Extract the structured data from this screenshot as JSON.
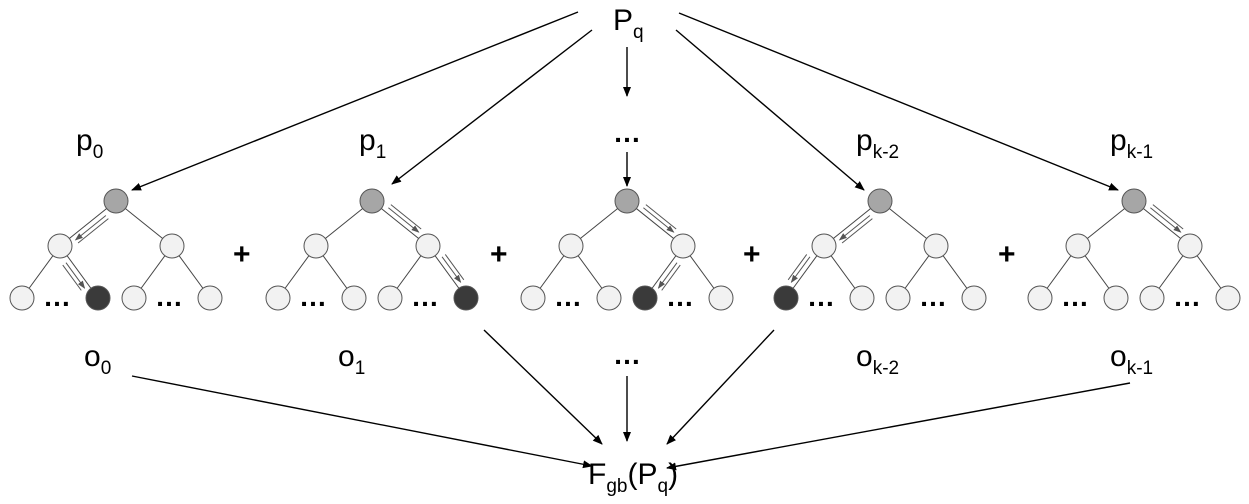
{
  "top": {
    "base": "P",
    "sub": "q"
  },
  "result": {
    "base": "F",
    "sub": "gb",
    "arg_base": "P",
    "arg_sub": "q",
    "open": "(",
    "close": ")"
  },
  "ellipsis": "…",
  "plus": "+",
  "colors": {
    "root": "#a6a6a6",
    "target": "#3a3a3a",
    "node": "#f2f2f2",
    "stroke": "#555555"
  },
  "trees": [
    {
      "p_base": "p",
      "p_sub": "0",
      "o_base": "o",
      "o_sub": "0",
      "target": "n1",
      "path": [
        "root-l",
        "l-n1"
      ]
    },
    {
      "p_base": "p",
      "p_sub": "1",
      "o_base": "o",
      "o_sub": "1",
      "target": "n3",
      "path": [
        "root-r",
        "r-n3"
      ]
    },
    {
      "p_base": "",
      "p_sub": "",
      "o_base": "",
      "o_sub": "",
      "target": "n2",
      "path": [
        "root-r",
        "r-n2"
      ],
      "ellipsis": true
    },
    {
      "p_base": "p",
      "p_sub": "k-2",
      "o_base": "o",
      "o_sub": "k-2",
      "target": "n0",
      "path": [
        "root-l",
        "l-n0"
      ]
    },
    {
      "p_base": "p",
      "p_sub": "k-1",
      "o_base": "o",
      "o_sub": "k-1",
      "target": "none",
      "path": [
        "root-r"
      ]
    }
  ]
}
